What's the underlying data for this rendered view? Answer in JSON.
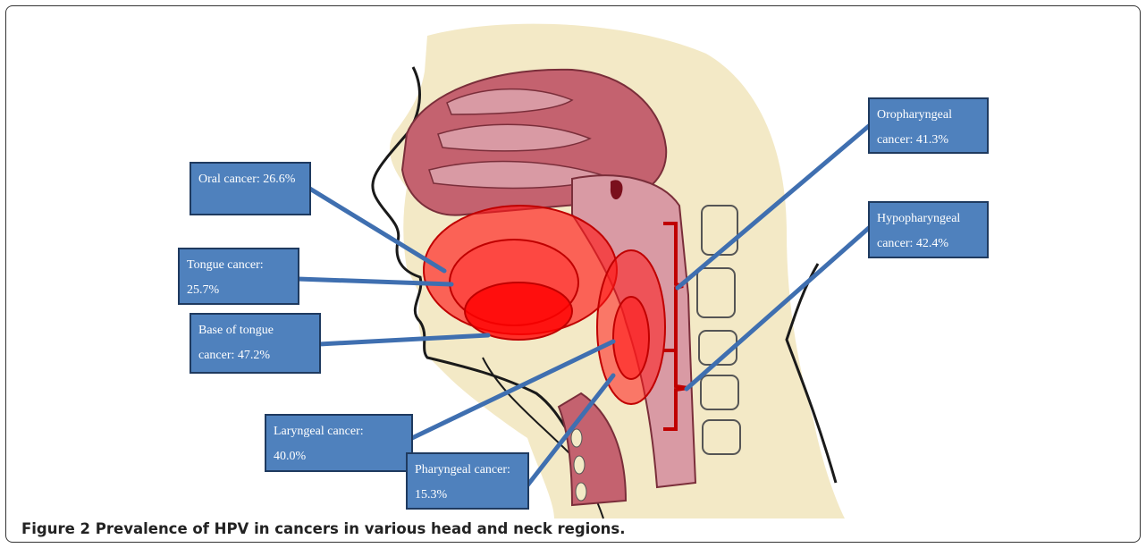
{
  "figure": {
    "caption": "Figure 2 Prevalence of HPV in cancers in various head and neck regions.",
    "colors": {
      "skin": "#f3e9c6",
      "tissue": "#d99aa4",
      "cavity": "#c4626f",
      "highlight": "#ff1a1a",
      "label_box": "#4f81bd",
      "connector": "#3f6fb0",
      "bracket": "#c00000"
    },
    "labels": {
      "oral": {
        "line1": "Oral cancer: 26.6%"
      },
      "tongue": {
        "line1": "Tongue cancer:",
        "line2": "25.7%"
      },
      "base_tongue": {
        "line1": "Base of tongue",
        "line2": "cancer: 47.2%"
      },
      "laryngeal": {
        "line1": "Laryngeal cancer:",
        "line2": "40.0%"
      },
      "pharyngeal": {
        "line1": "Pharyngeal cancer:",
        "line2": "15.3%"
      },
      "oropharyngeal": {
        "line1": "Oropharyngeal",
        "line2": "cancer: 41.3%"
      },
      "hypopharyngeal": {
        "line1": "Hypopharyngeal",
        "line2": "cancer: 42.4%"
      }
    }
  }
}
